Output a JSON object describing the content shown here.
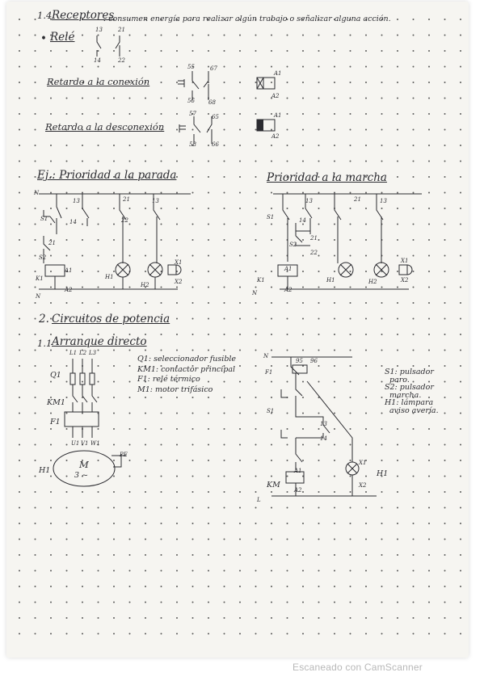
{
  "page": {
    "receptores": {
      "marker": "1.4",
      "title": "Receptores",
      "description": ": consumen energía para realizar algún trabajo o señalizar alguna acción."
    },
    "rele": {
      "bullet": "•",
      "label": "Relé",
      "contact_labels": [
        "13",
        "14",
        "21",
        "22"
      ]
    },
    "retardo_conexion": {
      "label": "Retardo a la conexión",
      "contact_labels": [
        "55",
        "56",
        "67",
        "68"
      ],
      "coil_labels": [
        "A1",
        "A2"
      ]
    },
    "retardo_desconexion": {
      "label": "Retardo a la desconexión",
      "contact_labels": [
        "57",
        "58",
        "65",
        "66"
      ],
      "coil_labels": [
        "A1",
        "A2"
      ]
    },
    "ejemplo_parada": {
      "title": "Ej.: Prioridad a la parada",
      "labels": [
        "N",
        "13",
        "21",
        "13",
        "S1",
        "14",
        "S2",
        "21",
        "22",
        "A1",
        "A2",
        "K1",
        "H1",
        "H2",
        "X1",
        "X2",
        "N"
      ]
    },
    "ejemplo_marcha": {
      "title": "Prioridad a la marcha",
      "labels": [
        "13",
        "21",
        "13",
        "S1",
        "14",
        "S2",
        "21",
        "22",
        "A1",
        "A2",
        "K1",
        "H1",
        "H2",
        "X1",
        "X2",
        "N"
      ]
    },
    "circuitos_potencia": {
      "marker": "2.",
      "title": "Circuitos de potencia"
    },
    "arranque_directo": {
      "marker": "1.1",
      "title": "Arranque directo",
      "phase_labels": [
        "L1",
        "L2",
        "L3"
      ],
      "motor": {
        "label": "M",
        "sub": "3 ~"
      },
      "device_labels": [
        "Q1",
        "KM1",
        "F1",
        "H1",
        "U1",
        "V1",
        "W1",
        "PE"
      ]
    },
    "legend": [
      {
        "symbol": "Q1",
        "text": ": seleccionador fusible"
      },
      {
        "symbol": "KM1",
        "text": ": contactor principal"
      },
      {
        "symbol": "F1",
        "text": ": relé térmico"
      },
      {
        "symbol": "M1",
        "text": ": motor trifásico"
      }
    ],
    "control_labels": [
      "N",
      "95",
      "96",
      "F1",
      "S1",
      "13",
      "14",
      "A1",
      "A2",
      "KM",
      "X1",
      "X2",
      "H1",
      "L"
    ],
    "notes": [
      "S1: pulsador",
      "paro.",
      "S2: pulsador",
      "marcha.",
      "H1: lámpara",
      "aviso avería."
    ]
  },
  "watermark": "Escaneado con CamScanner",
  "colors": {
    "ink": "#2b2b30",
    "paper": "#f6f5f1",
    "dots": "#5a5a5a",
    "watermark": "#b8b8b8"
  }
}
